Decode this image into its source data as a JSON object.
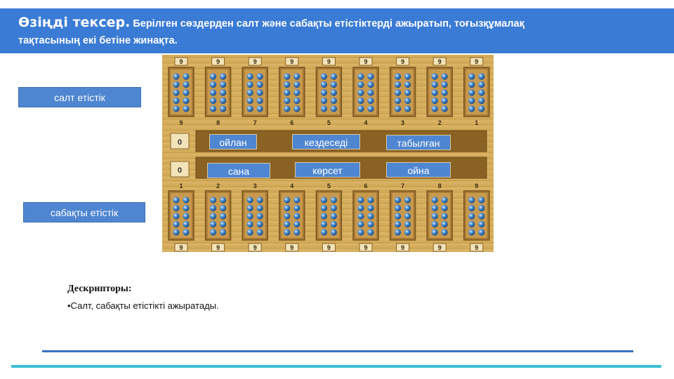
{
  "header": {
    "title": "Өзіңді тексер.",
    "instruction_line1": "Берілген сөздерден салт және сабақты етістіктерді ажыратып, тоғызқұмалақ",
    "instruction_line2": "тақтасының екі бетіне жинақта."
  },
  "categories": {
    "intransitive": "салт етістік",
    "transitive": "сабақты етістік"
  },
  "board": {
    "top_numbers": [
      "9",
      "9",
      "9",
      "9",
      "9",
      "9",
      "9",
      "9",
      "9"
    ],
    "top_pit_labels": [
      "9",
      "8",
      "7",
      "6",
      "5",
      "4",
      "3",
      "2",
      "1"
    ],
    "bottom_pit_labels": [
      "1",
      "2",
      "3",
      "4",
      "5",
      "6",
      "7",
      "8",
      "9"
    ],
    "bottom_numbers": [
      "9",
      "9",
      "9",
      "9",
      "9",
      "9",
      "9",
      "9",
      "9"
    ],
    "kazan_top": "0",
    "kazan_bottom": "0",
    "words": [
      "ойлан",
      "кездеседі",
      "табылған",
      "сана",
      "көрсет",
      "ойна"
    ]
  },
  "descriptors": {
    "title": "Дескрипторы:",
    "item": "•Салт, сабақты етістікті ажыратады."
  },
  "colors": {
    "header": "#3a7bd5",
    "label": "#4f86d1",
    "line_blue": "#3a6fc0",
    "line_teal": "#3bbfd0",
    "board_wood": "#d9b461"
  }
}
